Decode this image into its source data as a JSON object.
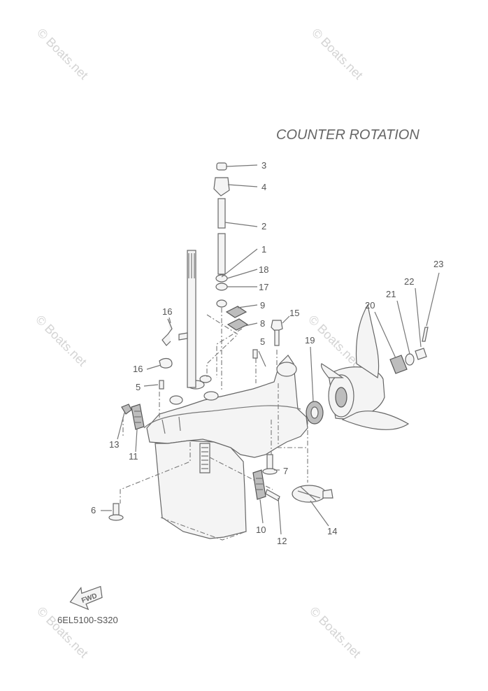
{
  "title": "COUNTER  ROTATION",
  "diagram_code": "6EL5100-S320",
  "fwd_label": "FWD",
  "watermark": "© Boats.net",
  "callouts": [
    "1",
    "2",
    "3",
    "4",
    "5",
    "5",
    "6",
    "7",
    "8",
    "9",
    "10",
    "11",
    "12",
    "13",
    "14",
    "15",
    "16",
    "16",
    "17",
    "18",
    "19",
    "20",
    "21",
    "22",
    "23"
  ]
}
